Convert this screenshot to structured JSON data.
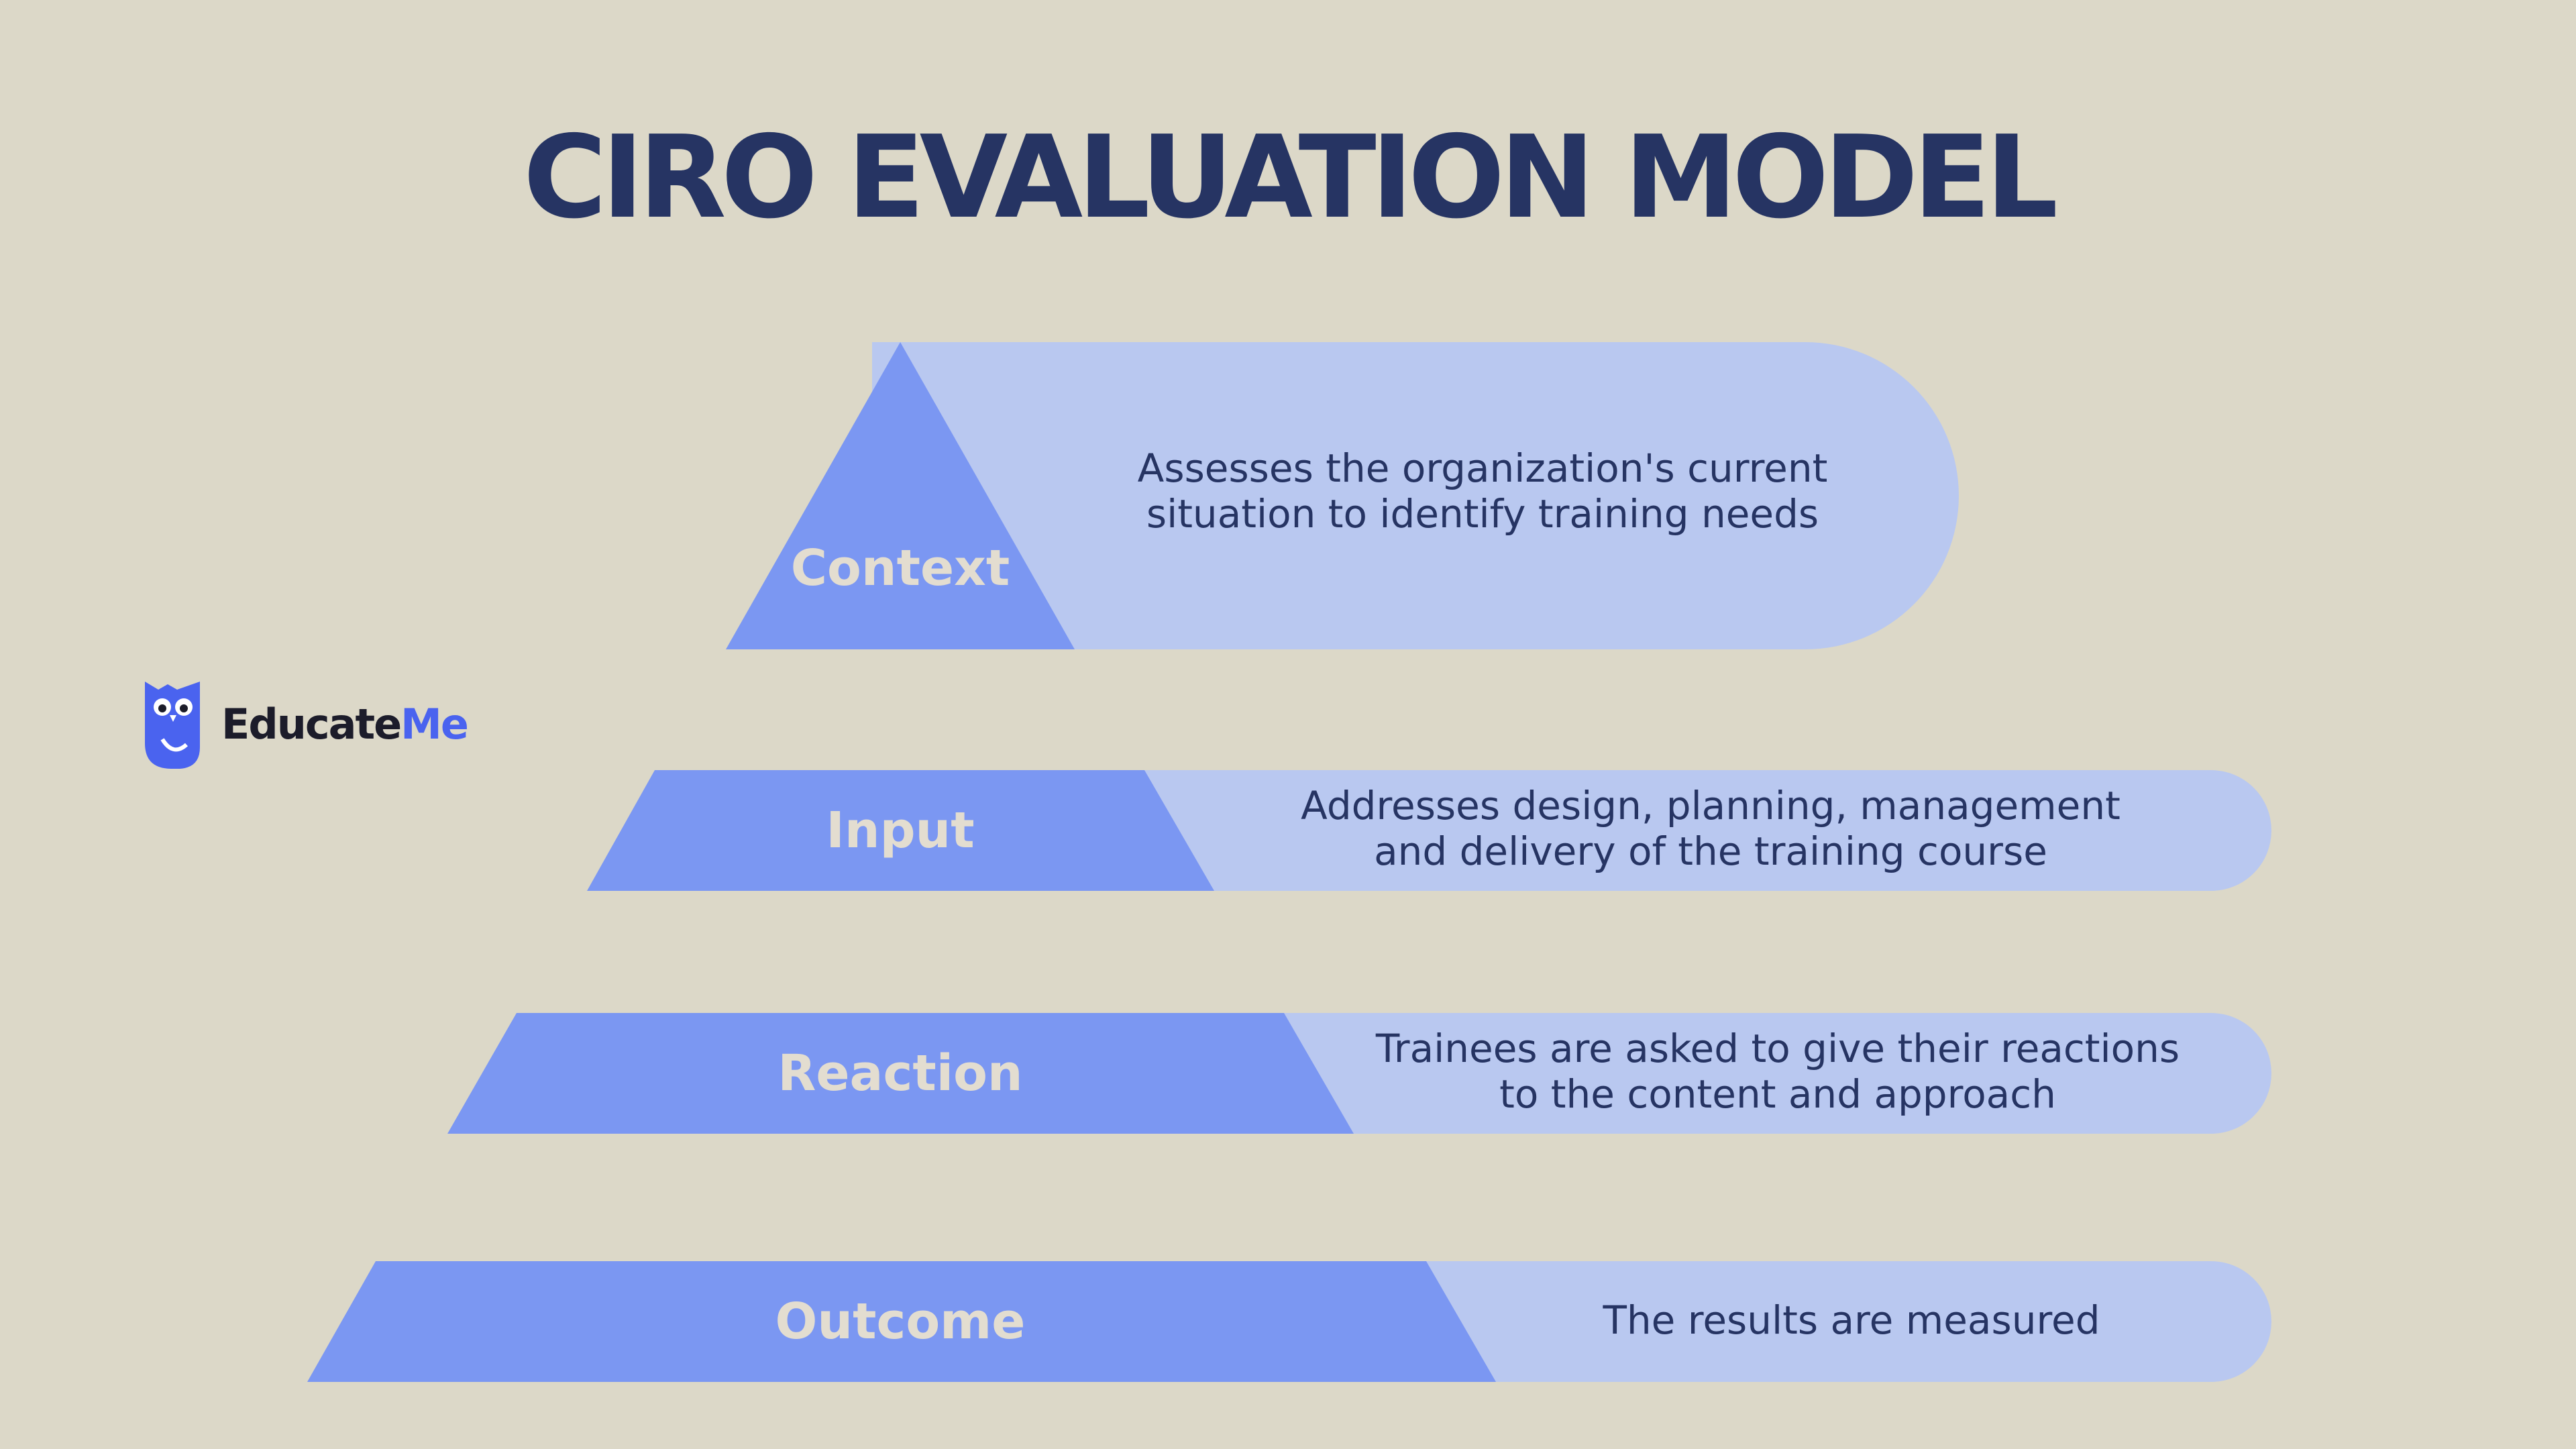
{
  "title": "CIRO EVALUATION MODEL",
  "levels": [
    {
      "label": "Context",
      "description": [
        "Assesses the organization's current",
        "situation to identify training needs"
      ]
    },
    {
      "label": "Input",
      "description": [
        "Addresses design, planning, management",
        "and delivery of the training course"
      ]
    },
    {
      "label": "Reaction",
      "description": [
        "Trainees are asked to give their reactions",
        "to the content and approach"
      ]
    },
    {
      "label": "Outcome",
      "description": [
        "The results are measured"
      ]
    }
  ],
  "logo": {
    "name_part1": "Educate",
    "name_part2": "Me"
  },
  "colors": {
    "background": "#dcd8c8",
    "title": "#263463",
    "shape_fill": "#7b97f2",
    "pill_fill": "#b9c8f0",
    "label_text": "#e3ddd0",
    "desc_text": "#263463",
    "logo_accent": "#4a63ef"
  }
}
